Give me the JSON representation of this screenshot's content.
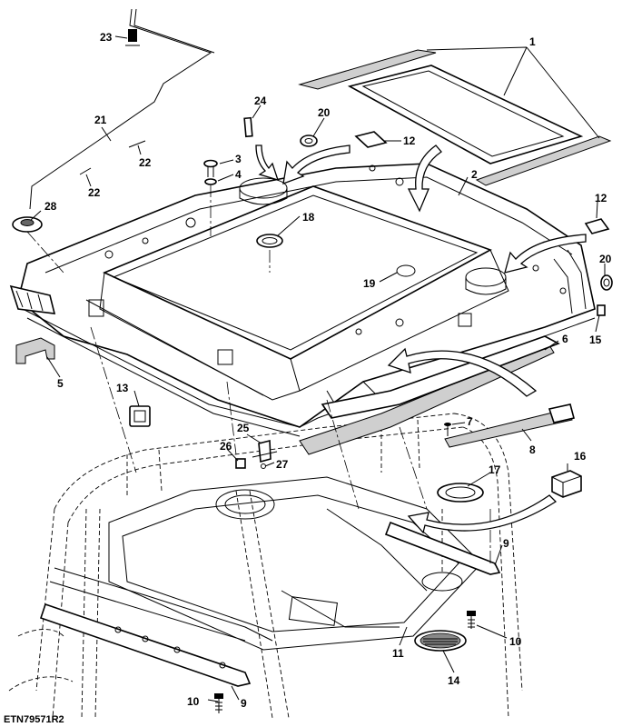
{
  "figure_id": "ETN79571R2",
  "callouts": [
    "1",
    "2",
    "3",
    "4",
    "5",
    "6",
    "7",
    "8",
    "9",
    "9",
    "10",
    "10",
    "11",
    "12",
    "12",
    "13",
    "14",
    "15",
    "16",
    "17",
    "18",
    "19",
    "20",
    "20",
    "21",
    "22",
    "22",
    "23",
    "24",
    "25",
    "26",
    "27",
    "28"
  ]
}
